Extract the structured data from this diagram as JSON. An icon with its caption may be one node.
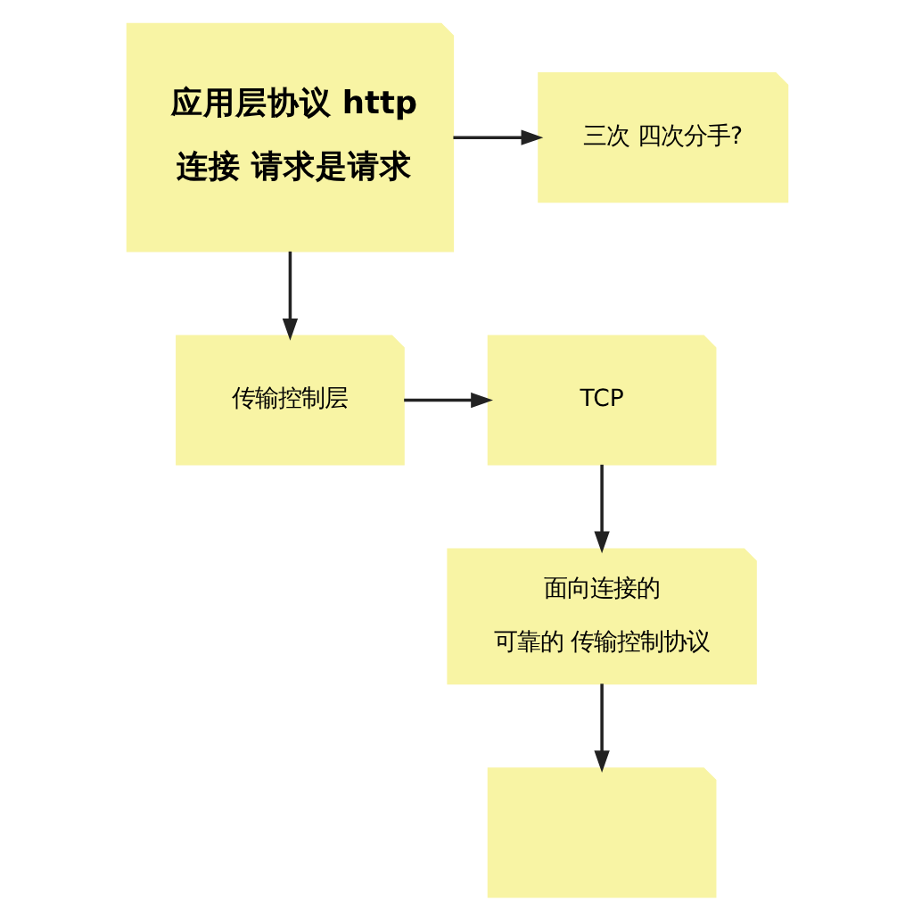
{
  "diagram": {
    "nodes": [
      {
        "text": [
          "应用层协议 http",
          "连接 请求是请求"
        ]
      },
      {
        "text": [
          "三次 四次分手?"
        ]
      },
      {
        "text": [
          "传输控制层"
        ]
      },
      {
        "text": [
          "TCP"
        ]
      },
      {
        "text": [
          "面向连接的",
          "可靠的 传输控制协议"
        ]
      },
      {
        "text": [],
        "shape": "box"
      }
    ],
    "edges": [
      {
        "from": 0,
        "to": 1,
        "arrow": "to"
      },
      {
        "from": 0,
        "to": 2,
        "arrow": "to"
      },
      {
        "from": 2,
        "to": 3,
        "arrow": "to"
      },
      {
        "from": 3,
        "to": 4,
        "arrow": "to"
      },
      {
        "from": 4,
        "to": 5,
        "arrow": "to"
      }
    ]
  }
}
